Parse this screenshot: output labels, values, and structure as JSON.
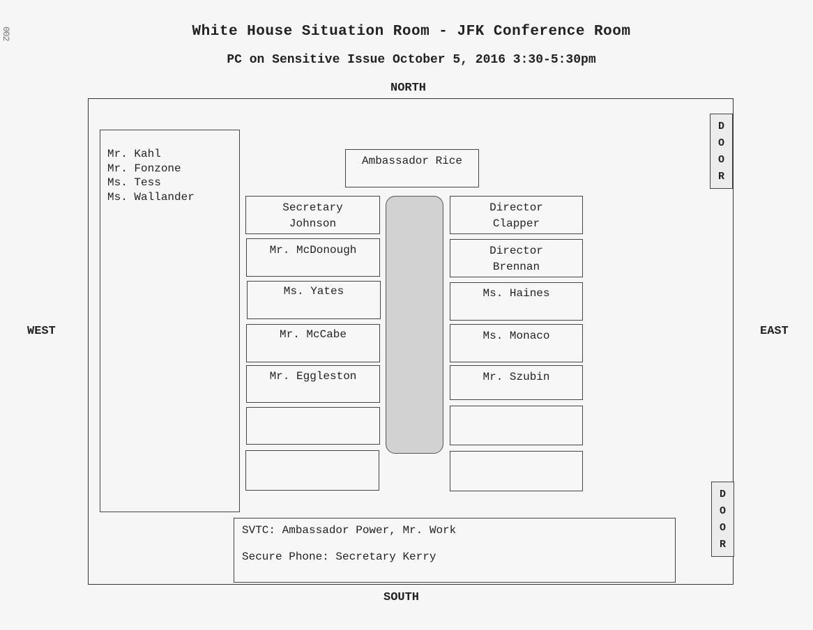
{
  "page_stamp": "002",
  "header": {
    "title": "White House Situation Room - JFK Conference Room",
    "subtitle": "PC on Sensitive Issue October 5, 2016 3:30-5:30pm"
  },
  "compass": {
    "north": "NORTH",
    "south": "SOUTH",
    "west": "WEST",
    "east": "EAST"
  },
  "back_row": {
    "names": [
      "Mr. Kahl",
      "Mr. Fonzone",
      "Ms. Tess",
      "Ms. Wallander"
    ]
  },
  "head_of_table": "Ambassador Rice",
  "west_side": [
    {
      "line1": "Secretary",
      "line2": "Johnson"
    },
    {
      "line1": "Mr. McDonough",
      "line2": ""
    },
    {
      "line1": "Ms. Yates",
      "line2": ""
    },
    {
      "line1": "Mr. McCabe",
      "line2": ""
    },
    {
      "line1": "Mr. Eggleston",
      "line2": ""
    },
    {
      "line1": "",
      "line2": ""
    },
    {
      "line1": "",
      "line2": ""
    }
  ],
  "east_side": [
    {
      "line1": "Director",
      "line2": "Clapper"
    },
    {
      "line1": "Director",
      "line2": "Brennan"
    },
    {
      "line1": "Ms. Haines",
      "line2": ""
    },
    {
      "line1": "Ms. Monaco",
      "line2": ""
    },
    {
      "line1": "Mr. Szubin",
      "line2": ""
    },
    {
      "line1": "",
      "line2": ""
    },
    {
      "line1": "",
      "line2": ""
    }
  ],
  "doors": [
    {
      "letters": [
        "D",
        "O",
        "O",
        "R"
      ]
    },
    {
      "letters": [
        "D",
        "O",
        "O",
        "R"
      ]
    }
  ],
  "remote": {
    "svtc": "SVTC: Ambassador Power, Mr. Work",
    "phone": "Secure Phone: Secretary Kerry"
  }
}
